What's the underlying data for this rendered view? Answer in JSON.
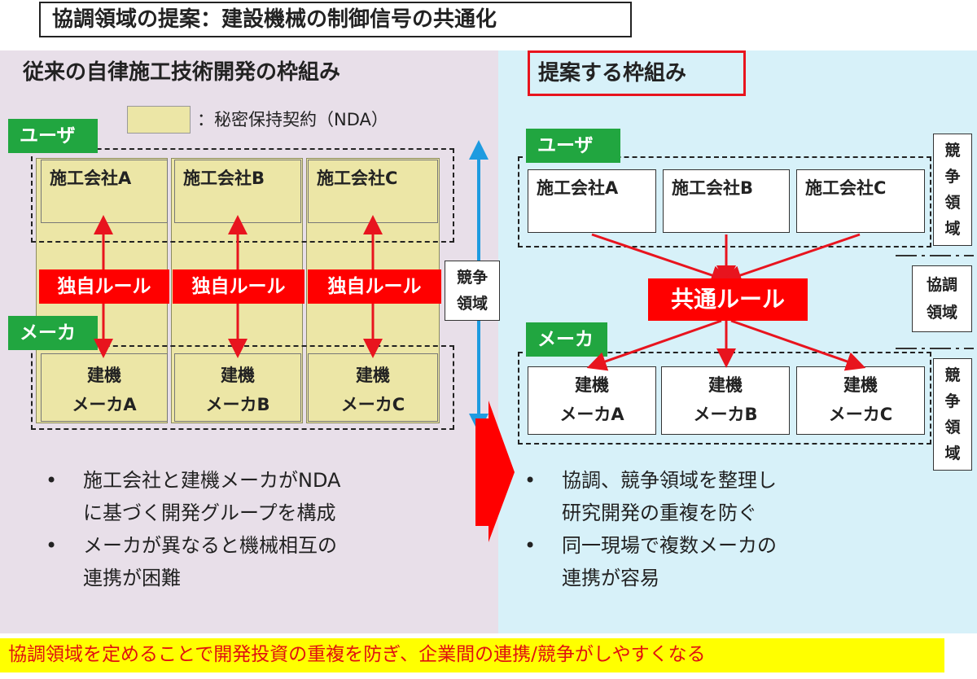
{
  "title": "協調領域の提案：建設機械の制御信号の共通化",
  "left": {
    "heading": "従来の自律施工技術開発の枠組み",
    "legend_label": "：秘密保持契約（NDA）",
    "user_tag": "ユーザ",
    "maker_tag": "メーカ",
    "companies": [
      "施工会社A",
      "施工会社B",
      "施工会社C"
    ],
    "rule_label": "独自ルール",
    "makers": [
      {
        "line1": "建機",
        "line2": "メーカA"
      },
      {
        "line1": "建機",
        "line2": "メーカB"
      },
      {
        "line1": "建機",
        "line2": "メーカC"
      }
    ],
    "competition_label": [
      "競争",
      "領域"
    ],
    "bullets": [
      [
        "施工会社と建機メーカがNDA",
        "に基づく開発グループを構成"
      ],
      [
        "メーカが異なると機械相互の",
        "連携が困難"
      ]
    ]
  },
  "right": {
    "heading": "提案する枠組み",
    "user_tag": "ユーザ",
    "maker_tag": "メーカ",
    "companies": [
      "施工会社A",
      "施工会社B",
      "施工会社C"
    ],
    "common_rule": "共通ルール",
    "makers": [
      {
        "line1": "建機",
        "line2": "メーカA"
      },
      {
        "line1": "建機",
        "line2": "メーカB"
      },
      {
        "line1": "建機",
        "line2": "メーカC"
      }
    ],
    "competition_label_top": [
      "競",
      "争",
      "領",
      "域"
    ],
    "cooperation_label": [
      "協調",
      "領域"
    ],
    "competition_label_bottom": [
      "競",
      "争",
      "領",
      "域"
    ],
    "bullets": [
      [
        "協調、競争領域を整理し",
        "研究開発の重複を防ぐ"
      ],
      [
        "同一現場で複数メーカの",
        "連携が容易"
      ]
    ]
  },
  "banner": "協調領域を定めることで開発投資の重複を防ぎ、企業間の連携/競争がしやすくなる",
  "colors": {
    "left_bg": "#e8dfe9",
    "right_bg": "#d7f1f9",
    "nda_fill": "#ece6a6",
    "tag_green": "#21a640",
    "rule_red": "#ff0000",
    "arrow_blue": "#1e9be0",
    "banner_yellow": "#ffff00"
  }
}
